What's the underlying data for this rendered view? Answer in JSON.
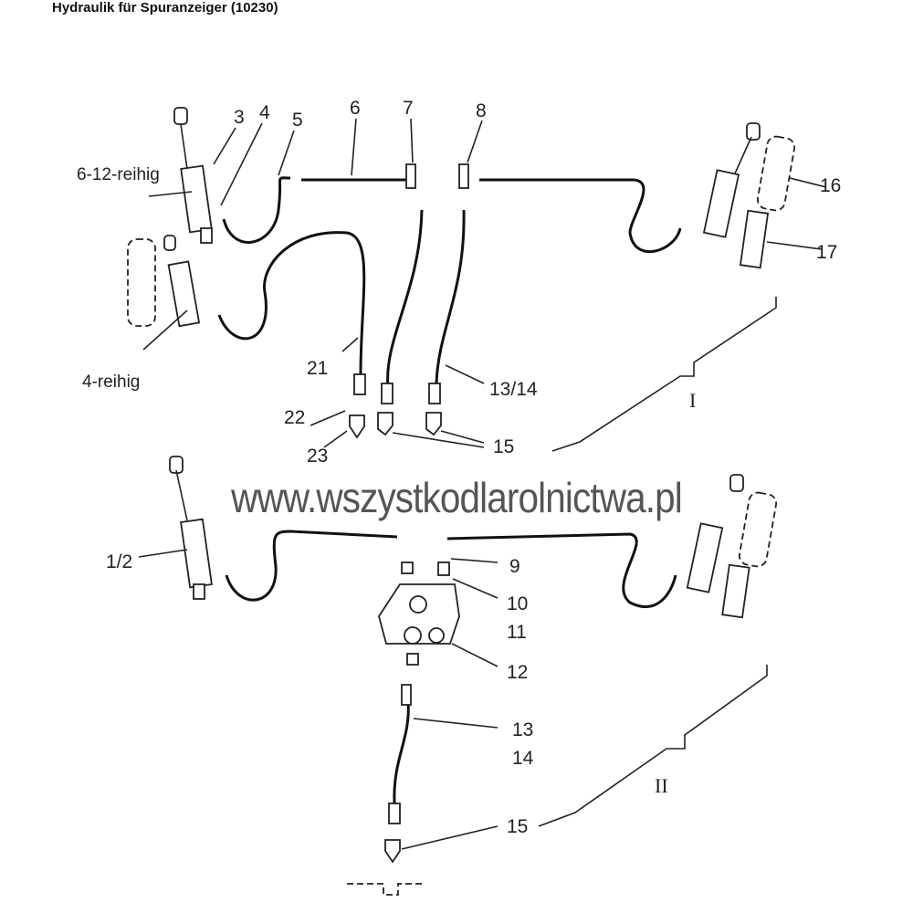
{
  "title": "Hydraulik für Spuranzeiger (10230)",
  "watermark": "www.wszystkodlarolnictwa.pl",
  "labels": {
    "l3": "3",
    "l4": "4",
    "l5": "5",
    "l6": "6",
    "l7": "7",
    "l8": "8",
    "l16": "16",
    "l17": "17",
    "row612": "6-12-reihig",
    "row4": "4-reihig",
    "l21": "21",
    "l1314": "13/14",
    "section1": "I",
    "l22": "22",
    "l23": "23",
    "l15a": "15",
    "l12b": "1/2",
    "l9": "9",
    "l10": "10",
    "l11": "11",
    "l12": "12",
    "l13": "13",
    "l14": "14",
    "section2": "II",
    "l15b": "15"
  }
}
